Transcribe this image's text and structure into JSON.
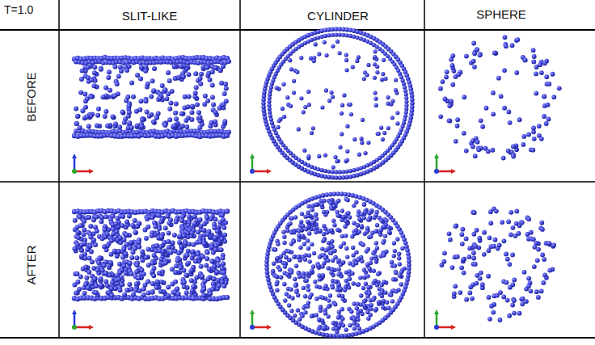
{
  "diagram": {
    "labels": [
      "T=1.0",
      "SLIT-LIKE",
      "CYLINDER",
      "SPHERE",
      "BEFORE",
      "AFTER"
    ]
  }
}
